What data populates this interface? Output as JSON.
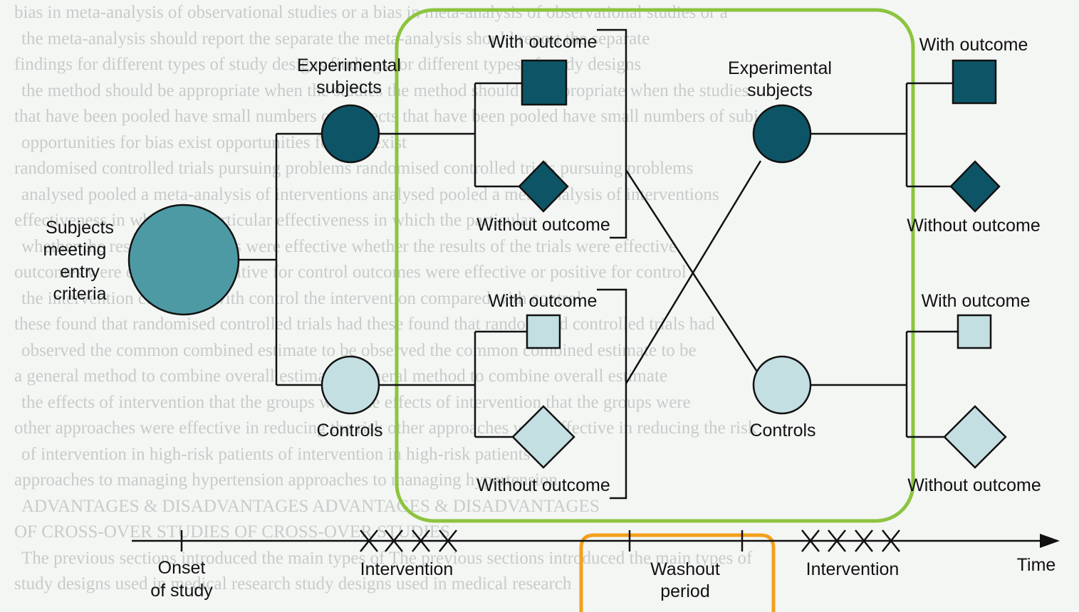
{
  "labels": {
    "subjects_entry": [
      "Subjects",
      "meeting",
      "entry",
      "criteria"
    ],
    "experimental": [
      "Experimental",
      "subjects"
    ],
    "controls": "Controls",
    "with_outcome": "With outcome",
    "without_outcome": "Without outcome",
    "onset": [
      "Onset",
      "of study"
    ],
    "intervention": "Intervention",
    "washout": [
      "Washout",
      "period"
    ],
    "time": "Time"
  },
  "colors": {
    "experimental_fill": "#0d5566",
    "control_fill": "#c4dfe2",
    "entry_fill": "#4d9aa5",
    "highlight_green": "#8dc43f",
    "highlight_orange": "#f2a01b",
    "line": "#111111"
  },
  "background_text": [
    "bias in meta-analysis of observational studies or a",
    "the meta-analysis should report the separate",
    "findings for different types of study designs",
    "the method should be appropriate when the studies",
    "that have been pooled have small numbers of subjects",
    "opportunities for bias exist",
    "randomised controlled trials pursuing problems",
    "analysed pooled a meta-analysis of interventions",
    "effectiveness in which the particular",
    "whether the results of the trials were effective",
    "outcomes were effective or positive for control",
    "the intervention compared with control",
    "these found that randomised controlled trials had",
    "observed the common combined estimate to be",
    "a general method to combine overall estimate",
    "the effects of intervention that the groups were",
    "other approaches were effective in reducing the risk",
    "of intervention in high-risk patients",
    "approaches to managing hypertension",
    "ADVANTAGES & DISADVANTAGES",
    "OF CROSS-OVER STUDIES",
    "The previous sections introduced the main types of",
    "study designs used in medical research"
  ]
}
